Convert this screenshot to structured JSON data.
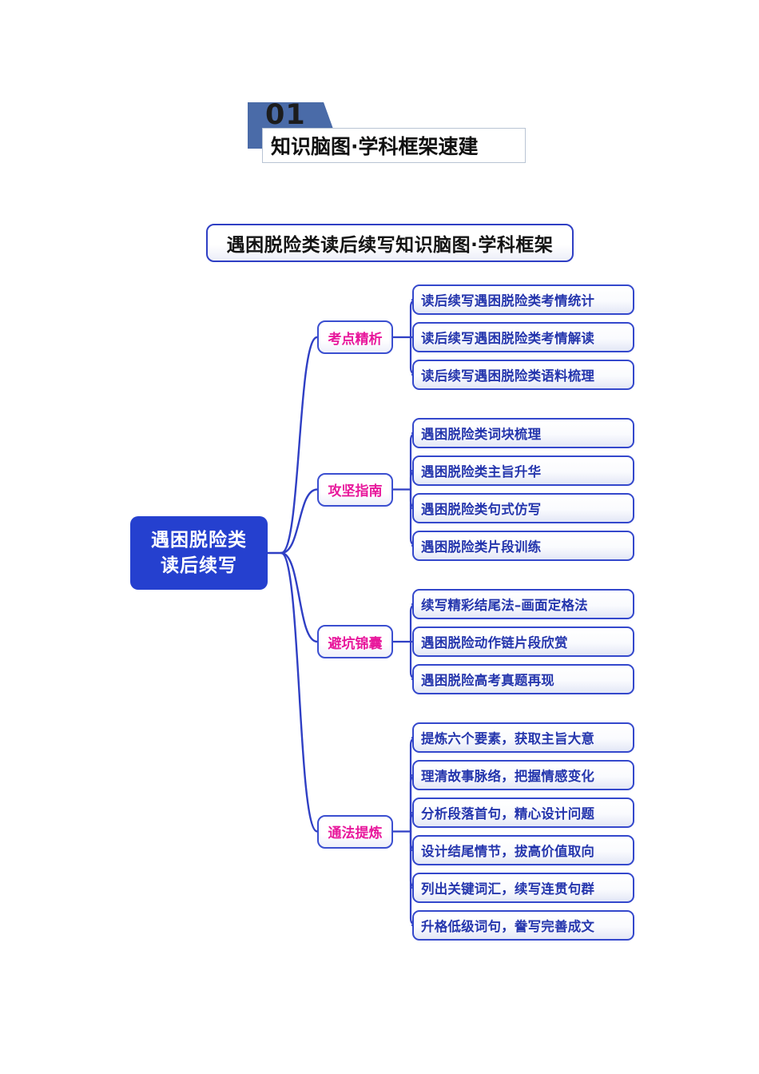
{
  "section_header": {
    "badge_number": "01",
    "title": "知识脑图·学科框架速建"
  },
  "mindmap": {
    "map_title": "遇困脱险类读后续写知识脑图·学科框架",
    "root": {
      "line1": "遇困脱险类",
      "line2": "读后续写"
    },
    "colors": {
      "root_fill": "#2540cf",
      "root_text": "#ffffff",
      "branch_text": "#e8189c",
      "branch_border": "#3b4fd0",
      "leaf_text": "#2536ad",
      "leaf_border": "#3448cc",
      "connector": "#2f3fc4",
      "badge_fill": "#4a6ba8"
    },
    "branches": [
      {
        "label": "考点精析",
        "leaves": [
          "读后续写遇困脱险类考情统计",
          "读后续写遇困脱险类考情解读",
          "读后续写遇困脱险类语料梳理"
        ]
      },
      {
        "label": "攻坚指南",
        "leaves": [
          "遇困脱险类词块梳理",
          "遇困脱险类主旨升华",
          "遇困脱险类句式仿写",
          "遇困脱险类片段训练"
        ]
      },
      {
        "label": "避坑锦囊",
        "leaves": [
          "续写精彩结尾法–画面定格法",
          "遇困脱险动作链片段欣赏",
          "遇困脱险高考真题再现"
        ]
      },
      {
        "label": "通法提炼",
        "leaves": [
          "提炼六个要素，获取主旨大意",
          "理清故事脉络，把握情感变化",
          "分析段落首句，精心设计问题",
          "设计结尾情节，拔高价值取向",
          "列出关键词汇，续写连贯句群",
          "升格低级词句，誊写完善成文"
        ]
      }
    ]
  }
}
